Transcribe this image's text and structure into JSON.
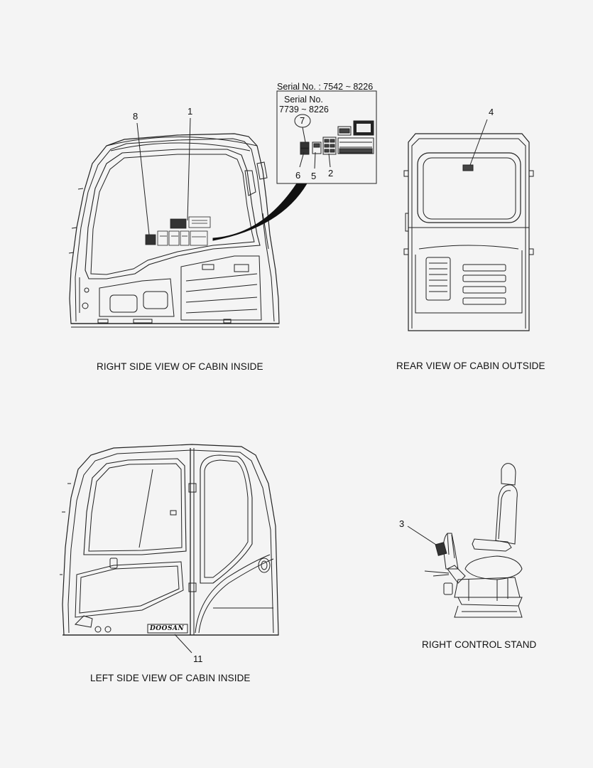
{
  "views": {
    "right_side": {
      "caption": "RIGHT SIDE VIEW OF CABIN INSIDE"
    },
    "rear": {
      "caption": "REAR VIEW OF CABIN OUTSIDE"
    },
    "left_side": {
      "caption": "LEFT SIDE VIEW OF CABIN INSIDE"
    },
    "control_stand": {
      "caption": "RIGHT CONTROL STAND"
    }
  },
  "detail_box": {
    "serial_outer": "Serial No. : 7542 ~ 8226",
    "serial_inner_line1": "Serial No.",
    "serial_inner_line2": "7739 ~ 8226"
  },
  "callouts": {
    "c1": "1",
    "c2": "2",
    "c3": "3",
    "c4": "4",
    "c5": "5",
    "c6": "6",
    "c7": "7",
    "c8": "8",
    "c11": "11"
  },
  "brand_logo": "DOOSAN"
}
